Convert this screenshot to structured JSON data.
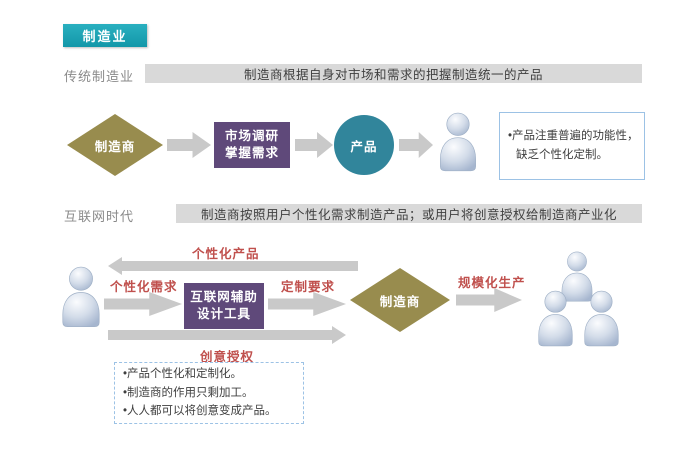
{
  "header": {
    "title": "制造业"
  },
  "traditional": {
    "label": "传统制造业",
    "banner": "制造商根据自身对市场和需求的把握制造统一的产品",
    "manufacturer": "制造商",
    "research_line1": "市场调研",
    "research_line2": "掌握需求",
    "product": "产品",
    "note_line1": "•产品注重普遍的功能性，",
    "note_line2": "缺乏个性化定制。"
  },
  "internet": {
    "label": "互联网时代",
    "banner": "制造商按照用户个性化需求制造产品；或用户将创意授权给制造商产业化",
    "personalized_product": "个性化产品",
    "personalized_demand": "个性化需求",
    "tool_line1": "互联网辅助",
    "tool_line2": "设计工具",
    "custom_requirement": "定制要求",
    "manufacturer": "制造商",
    "scale_production": "规模化生产",
    "idea_licensing": "创意授权",
    "note_line1": "•产品个性化和定制化。",
    "note_line2": "•制造商的作用只剩加工。",
    "note_line3": "•人人都可以将创意变成产品。"
  },
  "colors": {
    "accent_teal": "#18a2b2",
    "diamond_olive": "#988c4e",
    "box_purple": "#5f497a",
    "circle_teal": "#31859b",
    "arrow_gray": "#c9c9c9",
    "label_red": "#c0504d",
    "note_border_blue": "#9cc2e5"
  }
}
